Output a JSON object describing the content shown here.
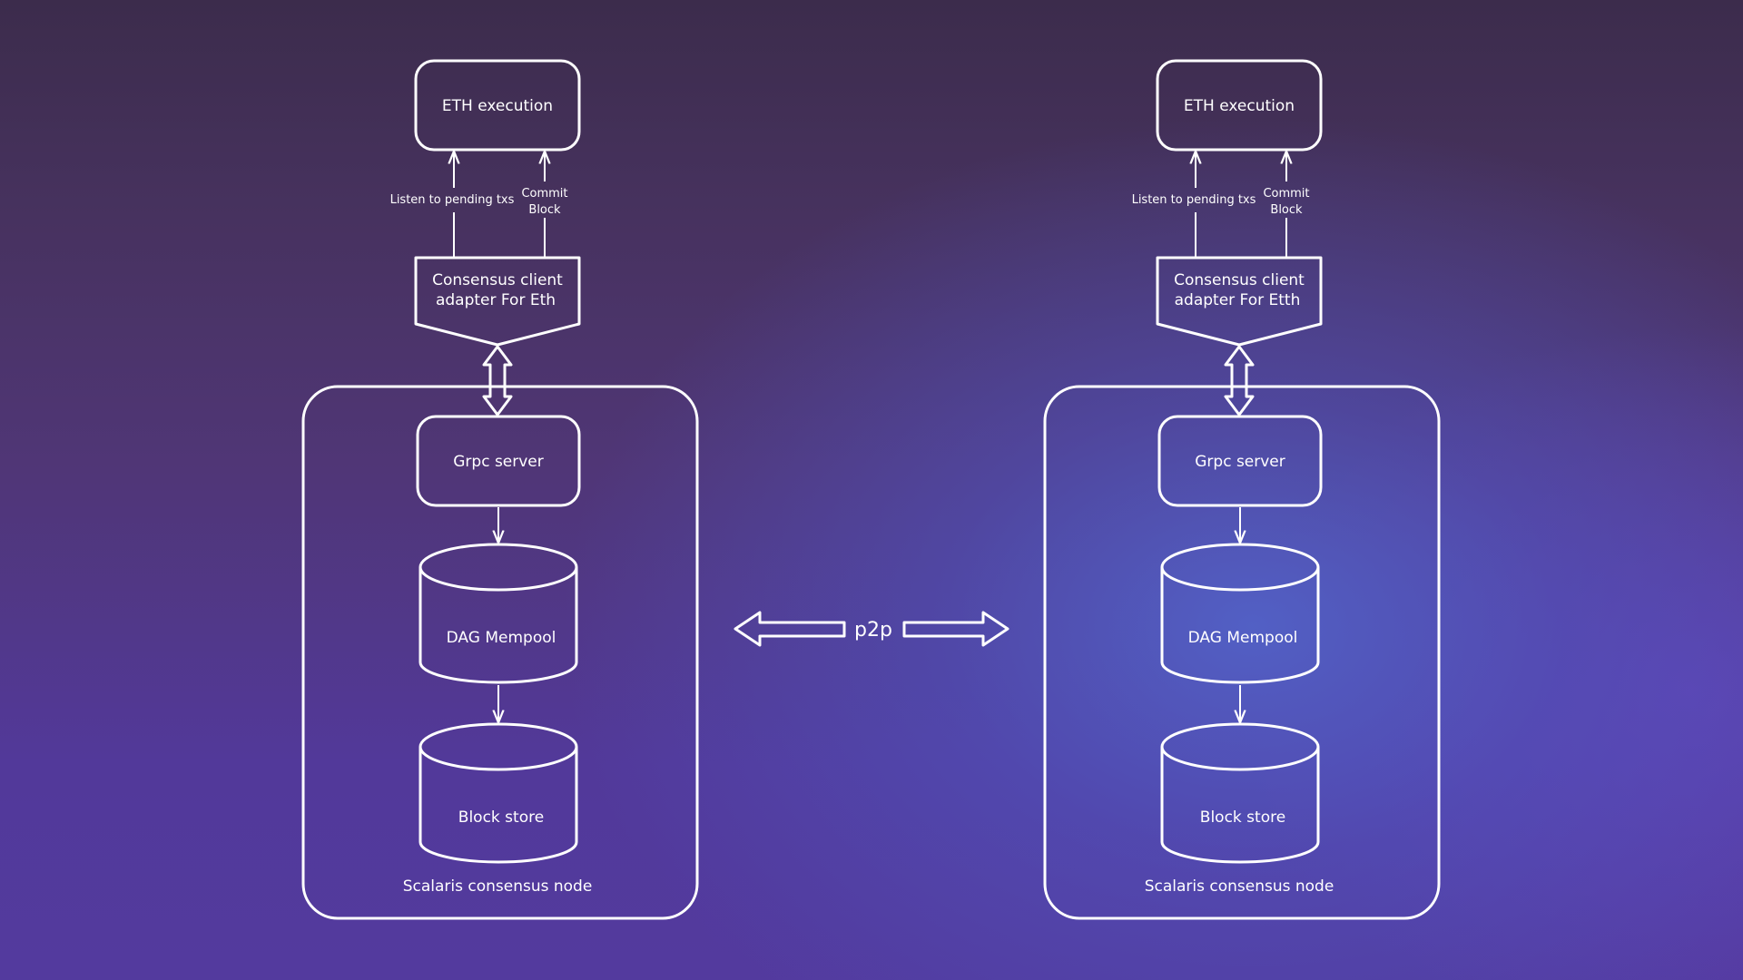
{
  "colors": {
    "foreground": "#ffffff",
    "background_top": "#3c2c4c",
    "background_bottom": "#533a9e",
    "glow_accent": "#5262c8"
  },
  "link_label": "p2p",
  "nodes": [
    {
      "eth_execution": "ETH execution",
      "listen_label": "Listen to pending txs",
      "commit_label_line1": "Commit",
      "commit_label_line2": "Block",
      "adapter_line1": "Consensus client",
      "adapter_line2": "adapter For Eth",
      "grpc": "Grpc server",
      "mempool": "DAG Mempool",
      "block_store": "Block store",
      "node_title": "Scalaris consensus node"
    },
    {
      "eth_execution": "ETH execution",
      "listen_label": "Listen to pending txs",
      "commit_label_line1": "Commit",
      "commit_label_line2": "Block",
      "adapter_line1": "Consensus client",
      "adapter_line2": "adapter For Etth",
      "grpc": "Grpc server",
      "mempool": "DAG Mempool",
      "block_store": "Block store",
      "node_title": "Scalaris consensus node"
    }
  ]
}
